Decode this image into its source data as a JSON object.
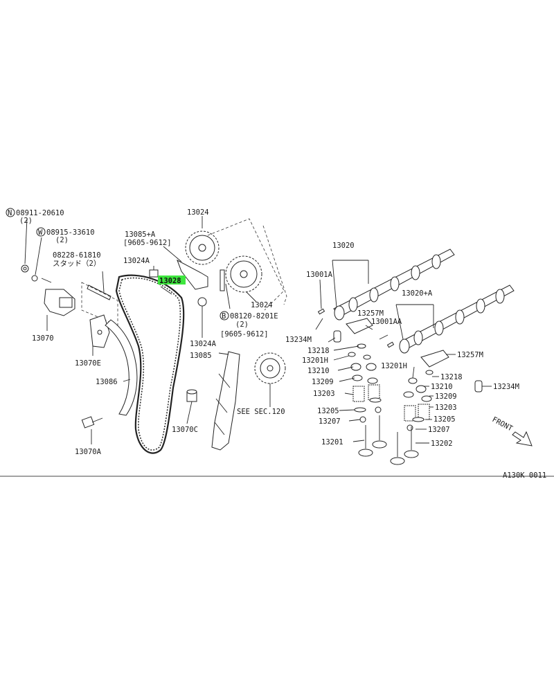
{
  "callouts": [
    {
      "id": "n-08911-20610",
      "text": "08911-20610",
      "prefix": "N"
    },
    {
      "id": "n-qty-1",
      "text": "(2)"
    },
    {
      "id": "w-08915-33610",
      "text": "08915-33610",
      "prefix": "W"
    },
    {
      "id": "w-qty",
      "text": "(2)"
    },
    {
      "id": "p-08228-61810",
      "text": "08228-61810"
    },
    {
      "id": "stud-jp",
      "text": "スタッド（2）"
    },
    {
      "id": "p-13070",
      "text": "13070"
    },
    {
      "id": "p-13070e",
      "text": "13070E"
    },
    {
      "id": "p-13086",
      "text": "13086"
    },
    {
      "id": "p-13070a",
      "text": "13070A"
    },
    {
      "id": "p-13070c",
      "text": "13070C"
    },
    {
      "id": "p-13024a-1",
      "text": "13024A"
    },
    {
      "id": "p-13024a-2",
      "text": "13024A"
    },
    {
      "id": "p-13085a",
      "text": "13085+A"
    },
    {
      "id": "p-9605-a",
      "text": "[9605-9612]"
    },
    {
      "id": "p-13024-top",
      "text": "13024"
    },
    {
      "id": "p-13024-mid",
      "text": "13024"
    },
    {
      "id": "b-08120",
      "text": "08120-8201E",
      "prefix": "B"
    },
    {
      "id": "b-qty",
      "text": "(2)"
    },
    {
      "id": "p-9605-b",
      "text": "[9605-9612]"
    },
    {
      "id": "p-13085",
      "text": "13085"
    },
    {
      "id": "see-sec",
      "text": "SEE SEC.120"
    },
    {
      "id": "p-13020",
      "text": "13020"
    },
    {
      "id": "p-13001a",
      "text": "13001A"
    },
    {
      "id": "p-13020a",
      "text": "13020+A"
    },
    {
      "id": "p-13257m-1",
      "text": "13257M"
    },
    {
      "id": "p-13001aa",
      "text": "13001AA"
    },
    {
      "id": "p-13234m-1",
      "text": "13234M"
    },
    {
      "id": "p-13218-1",
      "text": "13218"
    },
    {
      "id": "p-13201h-1",
      "text": "13201H"
    },
    {
      "id": "p-13201h-2",
      "text": "13201H"
    },
    {
      "id": "p-13257m-2",
      "text": "13257M"
    },
    {
      "id": "p-13210-1",
      "text": "13210"
    },
    {
      "id": "p-13209-1",
      "text": "13209"
    },
    {
      "id": "p-13203-1",
      "text": "13203"
    },
    {
      "id": "p-13218-2",
      "text": "13218"
    },
    {
      "id": "p-13210-2",
      "text": "13210"
    },
    {
      "id": "p-13209-2",
      "text": "13209"
    },
    {
      "id": "p-13234m-2",
      "text": "13234M"
    },
    {
      "id": "p-13203-2",
      "text": "13203"
    },
    {
      "id": "p-13205-1",
      "text": "13205"
    },
    {
      "id": "p-13205-2",
      "text": "13205"
    },
    {
      "id": "p-13207-1",
      "text": "13207"
    },
    {
      "id": "p-13207-2",
      "text": "13207"
    },
    {
      "id": "p-13201",
      "text": "13201"
    },
    {
      "id": "p-13202",
      "text": "13202"
    },
    {
      "id": "front",
      "text": "FRONT"
    },
    {
      "id": "fig-code",
      "text": "A130K 0011"
    }
  ],
  "highlight": {
    "part": "13028",
    "color": "#3ee63e"
  }
}
